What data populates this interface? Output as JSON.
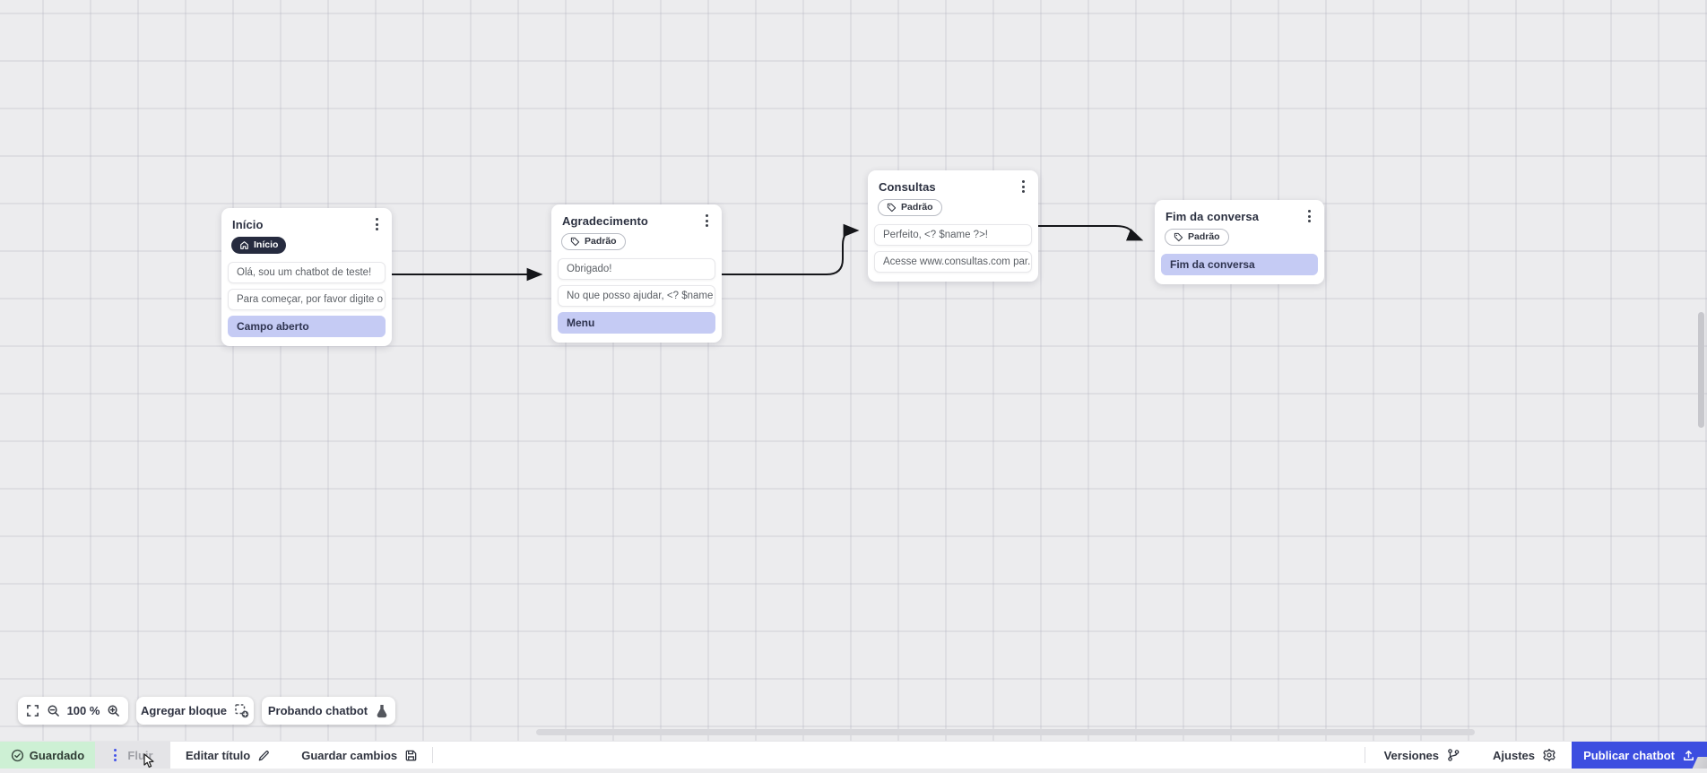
{
  "canvas": {
    "nodes": [
      {
        "title": "Início",
        "badge": {
          "icon": "home-icon",
          "label": "Início"
        },
        "items": [
          {
            "text": "Olá, sou um chatbot de teste!"
          },
          {
            "text": "Para começar, por favor digite o ..."
          },
          {
            "text": "Campo aberto",
            "highlight": true
          }
        ]
      },
      {
        "title": "Agradecimento",
        "badge": {
          "icon": "tag-icon",
          "label": "Padrão"
        },
        "items": [
          {
            "text": "Obrigado!"
          },
          {
            "text": "No que posso ajudar, <? $name ..."
          },
          {
            "text": "Menu",
            "highlight": true
          }
        ]
      },
      {
        "title": "Consultas",
        "badge": {
          "icon": "tag-icon",
          "label": "Padrão"
        },
        "items": [
          {
            "text": "Perfeito, <? $name ?>!"
          },
          {
            "text": "Acesse www.consultas.com par..."
          }
        ]
      },
      {
        "title": "Fim da conversa",
        "badge": {
          "icon": "tag-icon",
          "label": "Padrão"
        },
        "items": [
          {
            "text": "Fim da conversa",
            "highlight": true
          }
        ]
      }
    ]
  },
  "toolbar": {
    "zoom_level": "100 %",
    "add_block": "Agregar bloque",
    "test_chatbot": "Probando chatbot"
  },
  "statusbar": {
    "saved": "Guardado",
    "flow_tab": "Fluir",
    "edit_title": "Editar título",
    "save_changes": "Guardar cambios",
    "versions": "Versiones",
    "settings": "Ajustes",
    "publish": "Publicar chatbot"
  },
  "colors": {
    "accent": "#3c4ee0",
    "highlight_item": "#c5cbf4",
    "saved_bg": "#cdf0d4",
    "canvas_bg": "#ececee"
  }
}
